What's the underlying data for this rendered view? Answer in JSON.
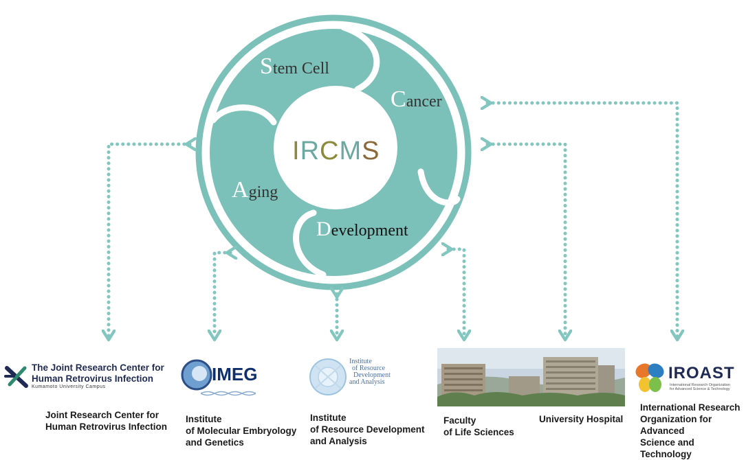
{
  "center": {
    "logo_text": "IRCMS",
    "sections": [
      {
        "initial": "S",
        "rest": "tem Cell"
      },
      {
        "initial": "C",
        "rest": "ancer"
      },
      {
        "initial": "A",
        "rest": "ging"
      },
      {
        "initial": "D",
        "rest": "evelopment"
      }
    ]
  },
  "partners": {
    "jrc": {
      "logo_line1": "The Joint Research Center for",
      "logo_line2": "Human Retrovirus Infection",
      "logo_sub": "Kumamoto University Campus",
      "caption": "Joint Research Center for\nHuman Retrovirus Infection"
    },
    "imeg": {
      "logo_text": "IMEG",
      "caption": "Institute\nof Molecular Embryology\nand Genetics"
    },
    "irda": {
      "logo_lines": [
        "Institute",
        "of Resource",
        "Development",
        "and Analysis"
      ],
      "caption": "Institute\nof Resource Development\nand Analysis"
    },
    "life_sciences": {
      "caption": "Faculty\nof Life Sciences"
    },
    "hospital": {
      "caption": "University Hospital"
    },
    "iroast": {
      "logo_text": "IROAST",
      "logo_sub": "International Research Organization\nfor Advanced Science & Technology",
      "caption": "International Research\nOrganization for Advanced\nScience and Technology"
    }
  },
  "colors": {
    "teal": "#7cc1b9",
    "teal_dark": "#6ab4ac",
    "arrow": "#82c6bf",
    "logo_olive": "#8a8a3a",
    "logo_brown": "#8a6a3a"
  }
}
